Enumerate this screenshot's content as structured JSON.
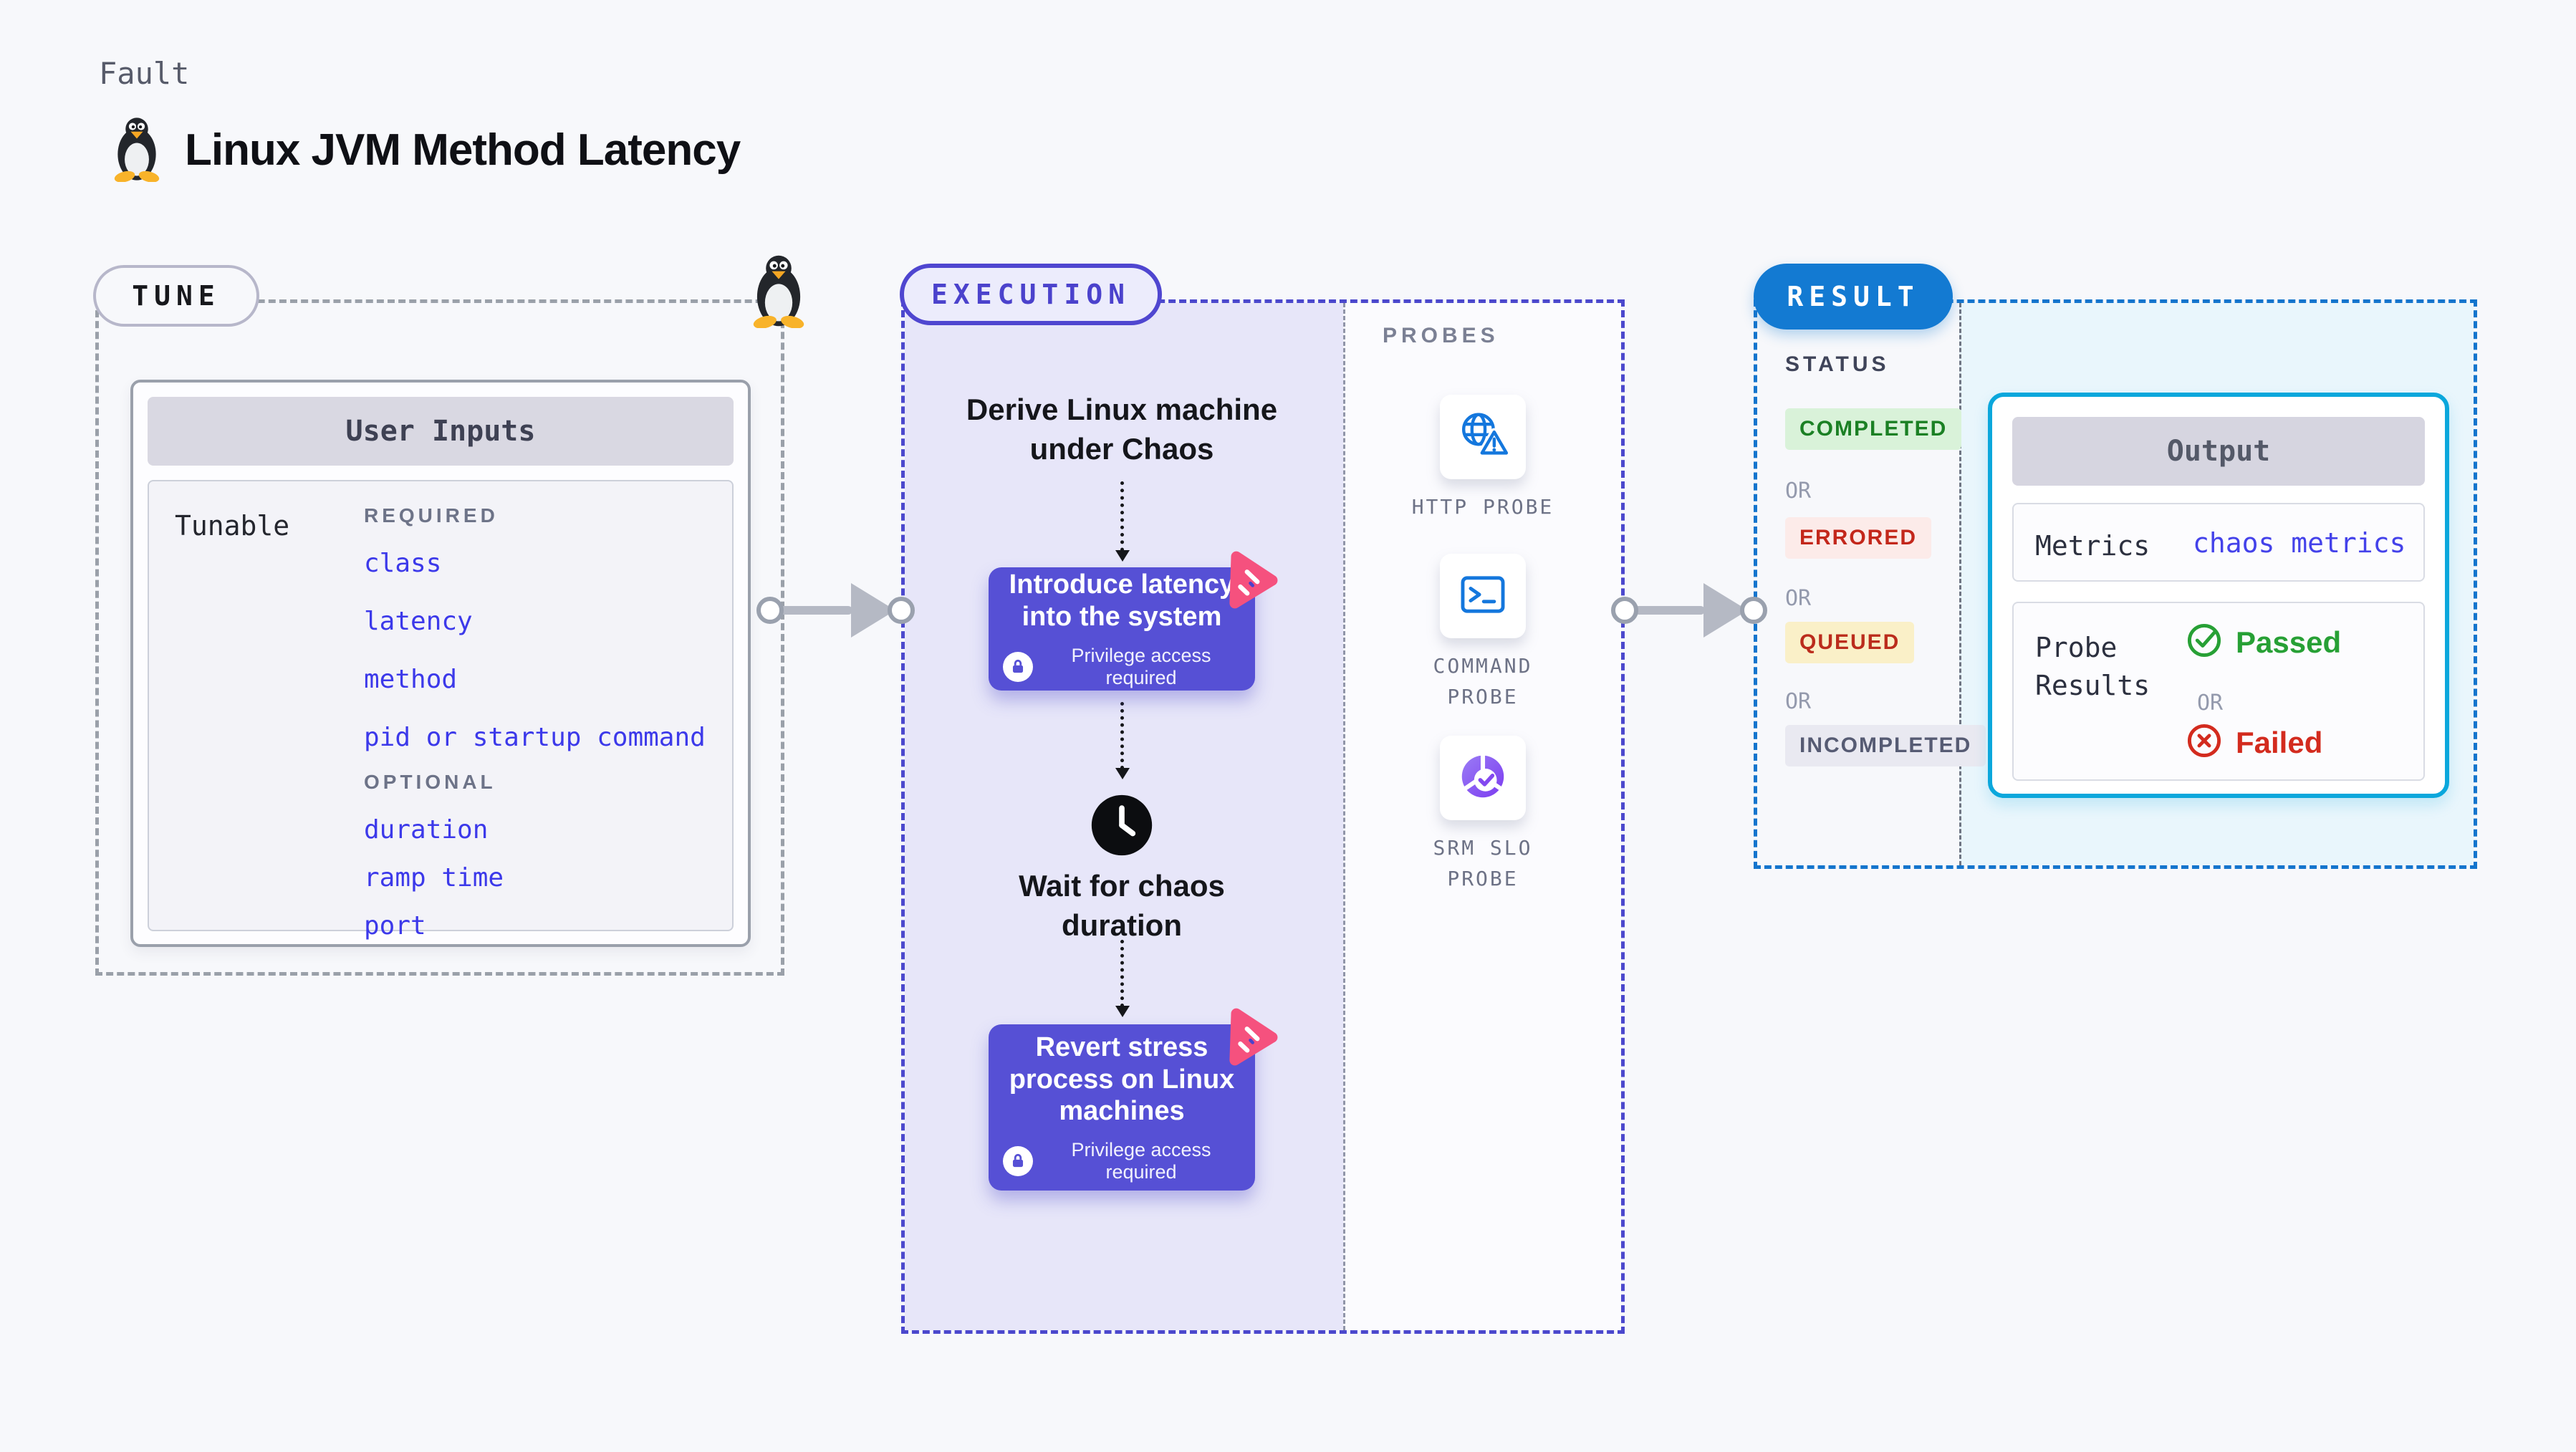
{
  "header": {
    "kicker": "Fault",
    "title": "Linux JVM Method Latency"
  },
  "tune": {
    "pill": "TUNE",
    "card": {
      "title": "User Inputs",
      "row_label": "Tunable",
      "required_label": "REQUIRED",
      "required": [
        "class",
        "latency",
        "method",
        "pid or startup command"
      ],
      "optional_label": "OPTIONAL",
      "optional": [
        "duration",
        "ramp time",
        "port"
      ]
    }
  },
  "execution": {
    "pill": "EXECUTION",
    "derive_step": "Derive Linux machine under Chaos",
    "inject_step": "Introduce latency into the system",
    "wait_step": "Wait for chaos duration",
    "revert_step": "Revert stress process on Linux machines",
    "privilege_note": "Privilege access required"
  },
  "probes": {
    "label": "PROBES",
    "items": [
      {
        "name": "HTTP PROBE",
        "icon": "globe-alert-icon"
      },
      {
        "name": "COMMAND PROBE",
        "icon": "terminal-icon"
      },
      {
        "name": "SRM SLO PROBE",
        "icon": "slo-donut-check-icon"
      }
    ]
  },
  "result": {
    "pill": "RESULT",
    "status_label": "STATUS",
    "or_label": "OR",
    "statuses": [
      {
        "label": "COMPLETED",
        "bg": "#d9f2d9",
        "color": "#1b8024"
      },
      {
        "label": "ERRORED",
        "bg": "#fcebe9",
        "color": "#c3271b"
      },
      {
        "label": "QUEUED",
        "bg": "#faf0c8",
        "color": "#bb2c1c"
      },
      {
        "label": "INCOMPLETED",
        "bg": "#e9e9f1",
        "color": "#565b73"
      }
    ],
    "output": {
      "title": "Output",
      "metrics_label": "Metrics",
      "metrics_value": "chaos metrics",
      "probe_results_label": "Probe Results",
      "passed_label": "Passed",
      "failed_label": "Failed"
    }
  },
  "colors": {
    "page_bg": "#f7f8fb",
    "tune_dash": "#9aa0a9",
    "execution_accent": "#4b48cd",
    "execution_panel": "#e7e6f9",
    "step_button": "#5650d5",
    "result_accent": "#1475cd",
    "result_panel": "#e9f6fc",
    "output_border": "#0ba7dc",
    "tunable_link_blue": "#3c39ea",
    "probe_icon_blue": "#1477dd",
    "srm_purple": "#7c3bf0",
    "chaos_logo_pink": "#f5517e",
    "passed_green": "#27a035",
    "failed_red": "#d32b1e"
  }
}
